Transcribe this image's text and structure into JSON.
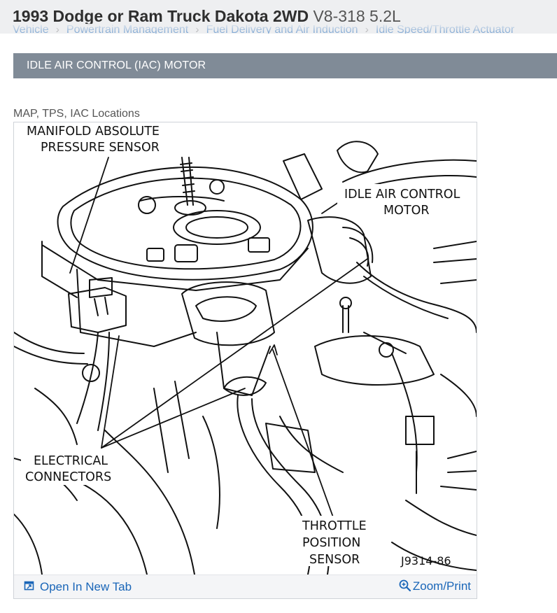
{
  "header": {
    "title": "1993 Dodge or Ram Truck Dakota 2WD",
    "subtitle": "V8-318 5.2L"
  },
  "breadcrumb": [
    "Vehicle",
    "Powertrain Management",
    "Fuel Delivery and Air Induction",
    "Idle Speed/Throttle Actuator"
  ],
  "section": {
    "title": "IDLE AIR CONTROL (IAC) MOTOR"
  },
  "figure": {
    "caption": "MAP, TPS, IAC Locations",
    "labels": {
      "map_line1": "MANIFOLD ABSOLUTE",
      "map_line2": "PRESSURE SENSOR",
      "iac_line1": "IDLE AIR CONTROL",
      "iac_line2": "MOTOR",
      "conn_line1": "ELECTRICAL",
      "conn_line2": "CONNECTORS",
      "tps_line1": "THROTTLE",
      "tps_line2": "POSITION",
      "tps_line3": "SENSOR"
    },
    "code": "J9314-86",
    "open_tab_label": "Open In New Tab",
    "zoom_label": "Zoom/Print"
  },
  "icons": {
    "open_tab": "open-in-new-tab-icon",
    "zoom": "zoom-in-icon"
  },
  "colors": {
    "link": "#1a66b8",
    "section_bar": "#808b97",
    "header_bg": "#eeeff1"
  }
}
